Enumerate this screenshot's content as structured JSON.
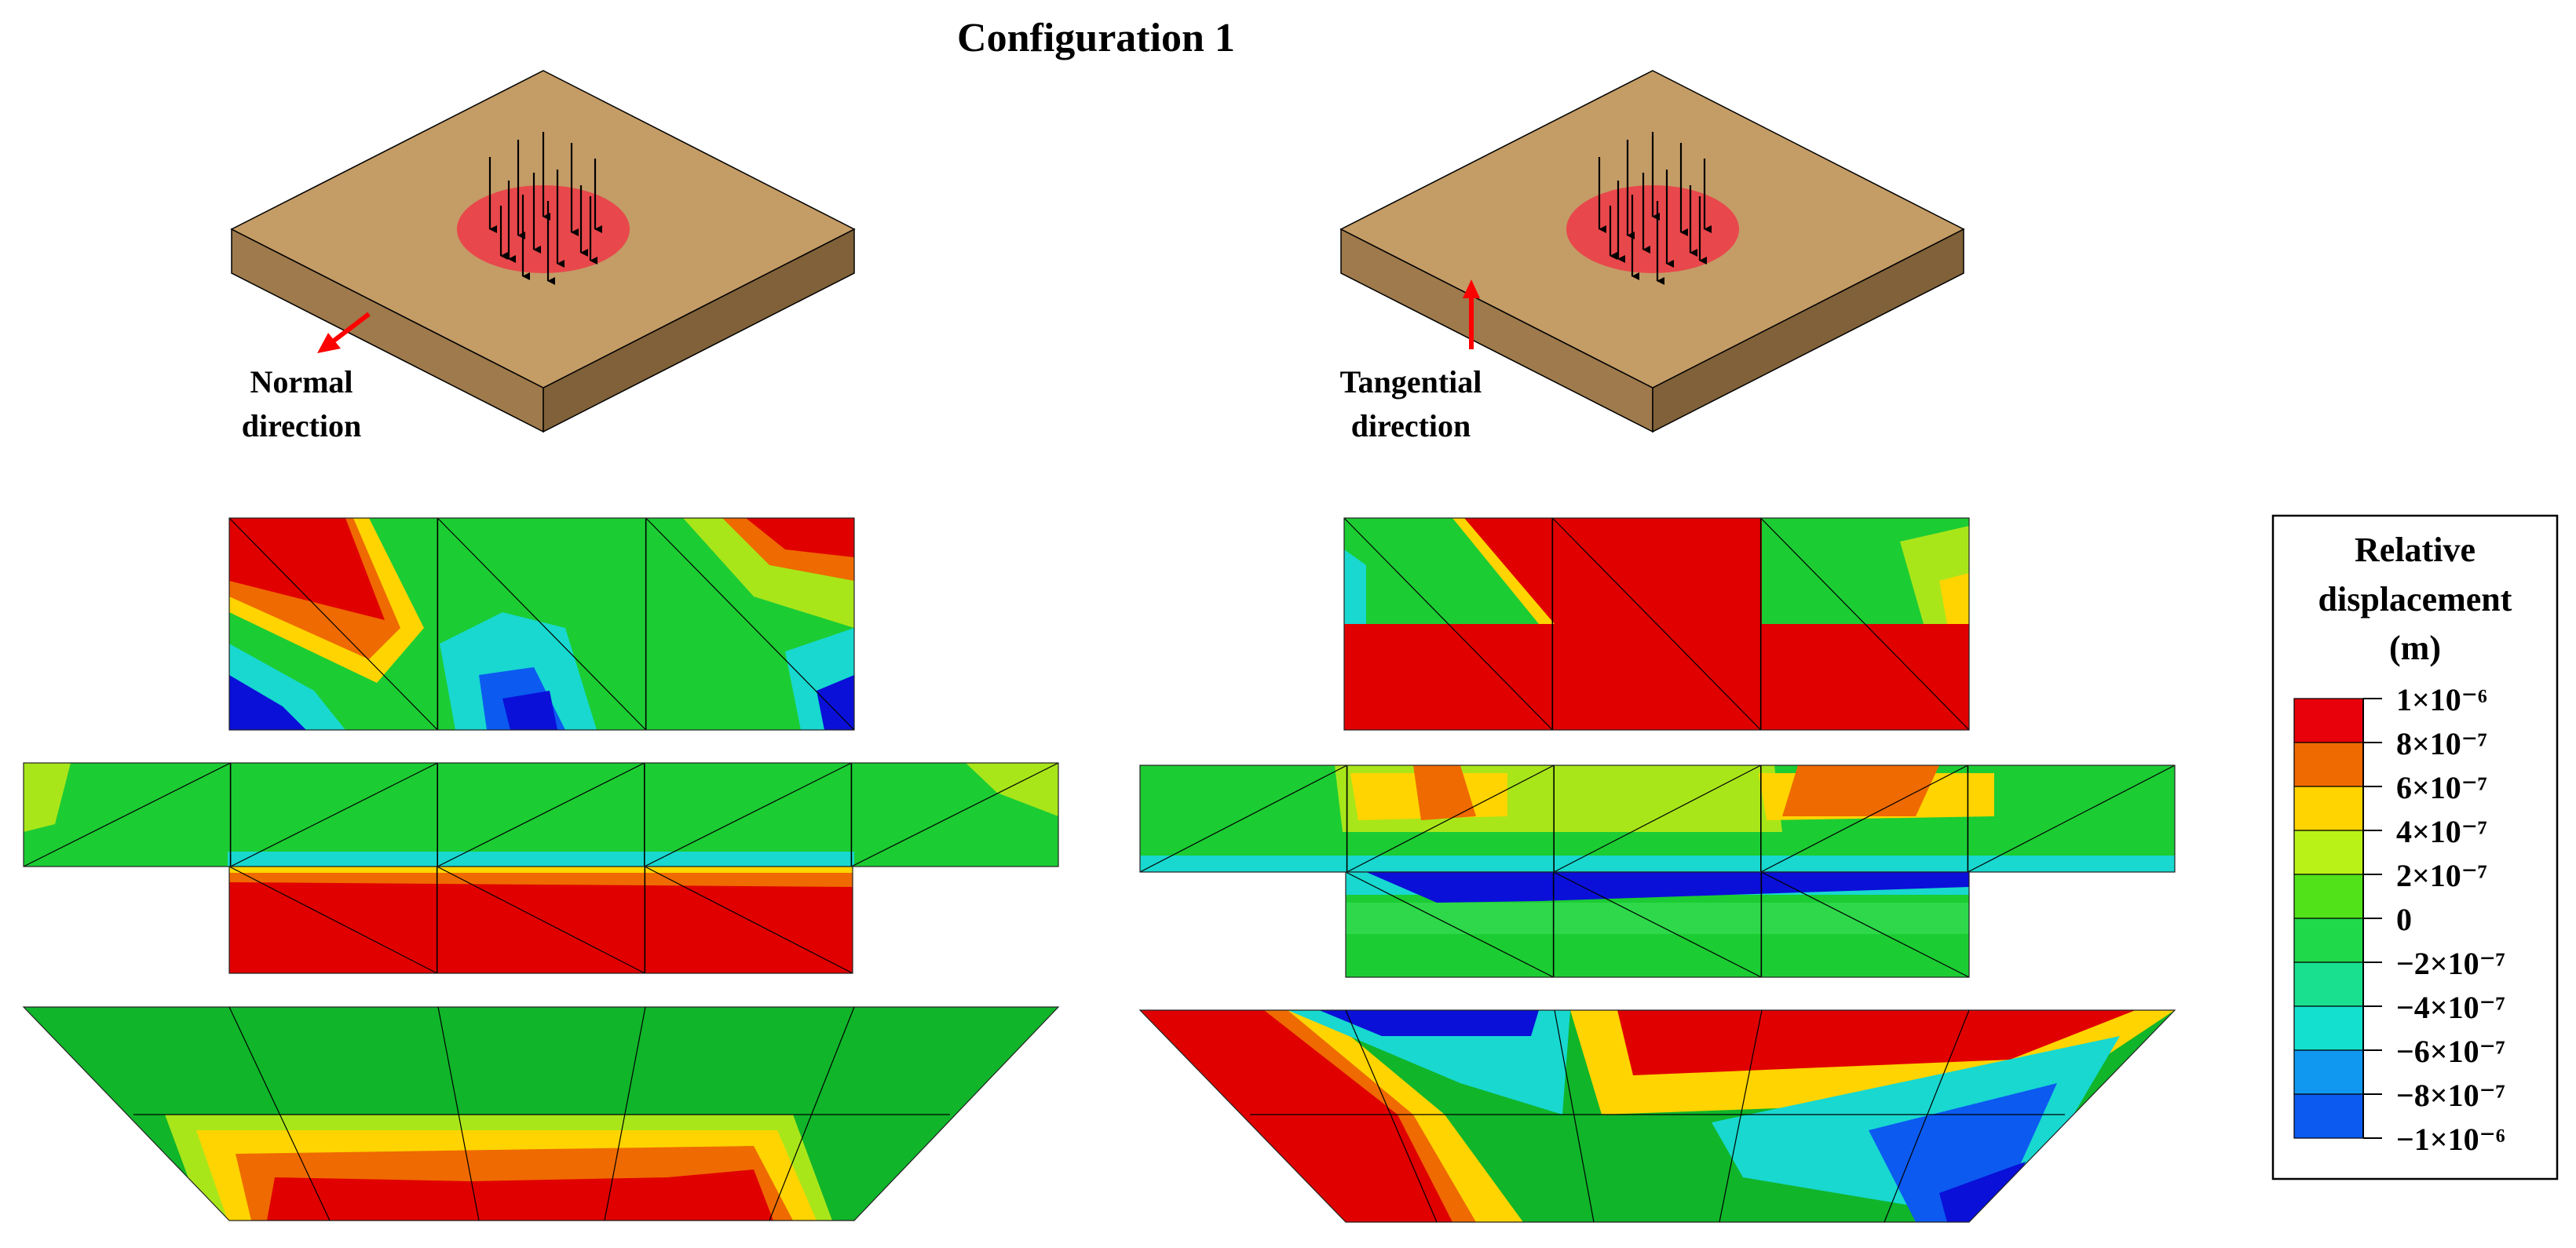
{
  "title": "Configuration 1",
  "panels": [
    {
      "direction_label": [
        "Normal",
        "direction"
      ]
    },
    {
      "direction_label": [
        "Tangential",
        "direction"
      ]
    }
  ],
  "legend": {
    "title": [
      "Relative",
      "displacement",
      "(m)"
    ],
    "levels": [
      {
        "label": "1×10⁻⁶",
        "color": "#e8000b"
      },
      {
        "label": "8×10⁻⁷",
        "color": "#ef6a00"
      },
      {
        "label": "6×10⁻⁷",
        "color": "#ffd400"
      },
      {
        "label": "4×10⁻⁷",
        "color": "#b9f216"
      },
      {
        "label": "2×10⁻⁷",
        "color": "#52e21a"
      },
      {
        "label": "0",
        "color": "#1fd94a"
      },
      {
        "label": "−2×10⁻⁷",
        "color": "#18e08e"
      },
      {
        "label": "−4×10⁻⁷",
        "color": "#14e0d0"
      },
      {
        "label": "−6×10⁻⁷",
        "color": "#1098f0"
      },
      {
        "label": "−8×10⁻⁷",
        "color": "#0c5af0"
      },
      {
        "label": "−1×10⁻⁶",
        "color": "#0a10d8"
      }
    ]
  },
  "colors": {
    "slab_top": "#c49c66",
    "slab_front": "#9e7a4c",
    "slab_side": "#806139",
    "load_patch": "#e8474b",
    "direction_arrow": "#ff0000",
    "green": "#1ccc33",
    "dark_green": "#10b52a",
    "red": "#e00000",
    "orange": "#ef6a00",
    "yellow": "#ffd400",
    "lime": "#a8e61a",
    "cyan": "#18d8d0",
    "blue": "#0a10d8",
    "mid_blue": "#0c5af0"
  }
}
